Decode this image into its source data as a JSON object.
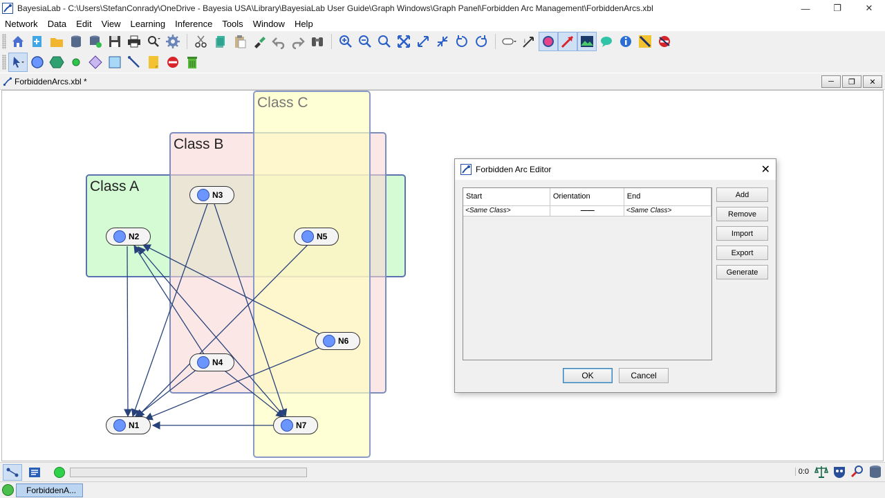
{
  "window": {
    "title": "BayesiaLab - C:\\Users\\StefanConrady\\OneDrive - Bayesia USA\\Library\\BayesiaLab User Guide\\Graph Windows\\Graph Panel\\Forbidden Arc Management\\ForbiddenArcs.xbl"
  },
  "menu": [
    "Network",
    "Data",
    "Edit",
    "View",
    "Learning",
    "Inference",
    "Tools",
    "Window",
    "Help"
  ],
  "document": {
    "title": "ForbiddenArcs.xbl *"
  },
  "graph": {
    "classes": [
      {
        "label": "Class A"
      },
      {
        "label": "Class B"
      },
      {
        "label": "Class C"
      }
    ],
    "nodes": {
      "n1": "N1",
      "n2": "N2",
      "n3": "N3",
      "n4": "N4",
      "n5": "N5",
      "n6": "N6",
      "n7": "N7"
    },
    "colors": {
      "node_fill": "#6b96ff",
      "edge": "#27427a",
      "class_a": "#c3fac3",
      "class_b": "#fad7d7",
      "class_c": "#ffffbe"
    }
  },
  "dialog": {
    "title": "Forbidden Arc Editor",
    "columns": [
      "Start",
      "Orientation",
      "End"
    ],
    "rows": [
      {
        "start": "<Same Class>",
        "orientation": "——",
        "end": "<Same Class>"
      }
    ],
    "buttons": {
      "add": "Add",
      "remove": "Remove",
      "import": "Import",
      "export": "Export",
      "generate": "Generate",
      "ok": "OK",
      "cancel": "Cancel"
    }
  },
  "status": {
    "zoom": "0:0"
  },
  "taskbar": {
    "tab": "ForbiddenA..."
  }
}
